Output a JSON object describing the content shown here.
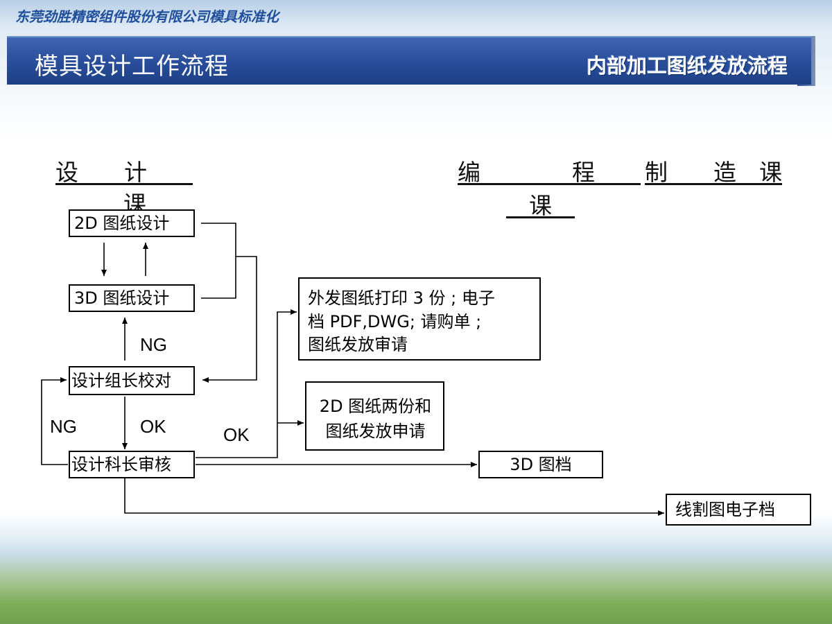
{
  "header": {
    "company_caption": "东莞劲胜精密组件股份有限公司模具标准化",
    "title": "模具设计工作流程",
    "subtitle": "内部加工图纸发放流程"
  },
  "columns": {
    "design": {
      "line1": "设　　计　　",
      "line2": "课　"
    },
    "programming": {
      "line1": "编　　　　程　　",
      "line2": "　课　"
    },
    "manufacturing": {
      "line1": "制　　造　课"
    }
  },
  "nodes": {
    "design_2d": "2D 图纸设计",
    "design_3d": "3D 图纸设计",
    "leader_check": "设计组长校对",
    "chief_review": "设计科长审核",
    "external_issue": [
      "外发图纸打印 3 份 ; 电子",
      "档 PDF,DWG; 请购单 ;",
      "图纸发放审请"
    ],
    "internal_2d": [
      "2D 图纸两份和",
      "图纸发放申请"
    ],
    "archive_3d": "3D 图档",
    "wire_cut": "线割图电子档"
  },
  "labels": {
    "ng_upper": "NG",
    "ng_left": "NG",
    "ok_down": "OK",
    "ok_right": "OK"
  }
}
